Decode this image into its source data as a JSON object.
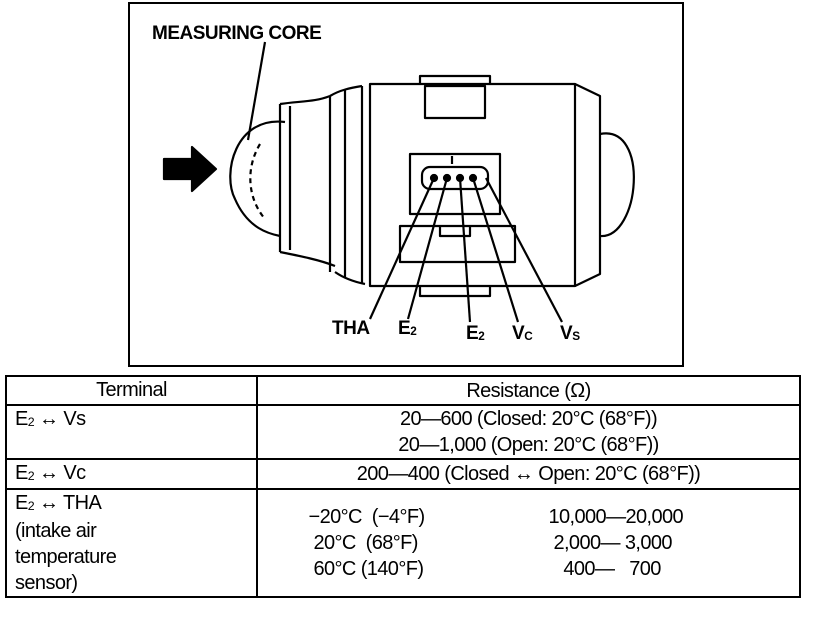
{
  "illustration": {
    "title_label": "MEASURING CORE",
    "pins": [
      {
        "label": "THA"
      },
      {
        "label_main": "E",
        "label_sub": "2"
      },
      {
        "label_main": "E",
        "label_sub": "2"
      },
      {
        "label_main": "V",
        "label_sub": "C"
      },
      {
        "label_main": "V",
        "label_sub": "S"
      }
    ]
  },
  "table": {
    "headers": [
      "Terminal",
      "Resistance (Ω)"
    ],
    "rows": [
      {
        "terminal": {
          "a_main": "E",
          "a_sub": "2",
          "arrow": "↔",
          "b": "Vs"
        },
        "lines": [
          "20—600 (Closed: 20°C (68°F))",
          "20—1,000 (Open: 20°C (68°F))"
        ]
      },
      {
        "terminal": {
          "a_main": "E",
          "a_sub": "2",
          "arrow": "↔",
          "b": "Vc"
        },
        "lines": [
          "200—400 (Closed ↔ Open: 20°C (68°F))"
        ]
      },
      {
        "terminal": {
          "a_main": "E",
          "a_sub": "2",
          "arrow": "↔",
          "b": "THA",
          "note": [
            "(intake air",
            "temperature",
            "sensor)"
          ]
        },
        "temps": [
          {
            "temp": "−20°C  (−4°F)",
            "resistance": "10,000—20,000"
          },
          {
            "temp": " 20°C  (68°F)",
            "resistance": " 2,000— 3,000"
          },
          {
            "temp": " 60°C (140°F)",
            "resistance": "   400—   700"
          }
        ]
      }
    ]
  }
}
